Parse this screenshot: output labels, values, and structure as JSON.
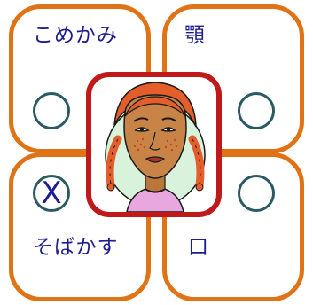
{
  "options": [
    {
      "label": "こめかみ",
      "selected": false,
      "mark": ""
    },
    {
      "label": "顎",
      "selected": false,
      "mark": ""
    },
    {
      "label": "そばかす",
      "selected": true,
      "mark": "X"
    },
    {
      "label": "口",
      "selected": false,
      "mark": ""
    }
  ],
  "colors": {
    "card_border": "#e07316",
    "portrait_border": "#c0191a",
    "label_text": "#1d1d8f",
    "choice_ring": "#2a5a63"
  },
  "portrait": {
    "icon": "girl-with-freckles-illustration"
  }
}
